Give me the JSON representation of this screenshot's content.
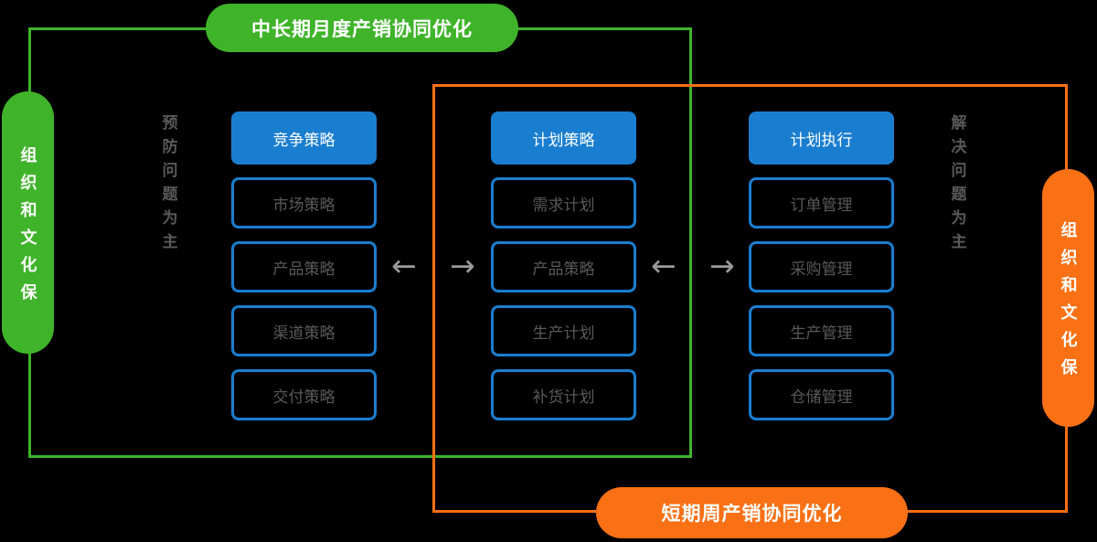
{
  "banners": {
    "top": "中长期月度产销协同优化",
    "bottom": "短期周产销协同优化",
    "left": "组织和文化保",
    "right": "组织和文化保"
  },
  "notes": {
    "left": "预防问题为主",
    "right": "解决问题为主"
  },
  "columns": [
    {
      "header": "竞争策略",
      "items": [
        "市场策略",
        "产品策略",
        "渠道策略",
        "交付策略"
      ]
    },
    {
      "header": "计划策略",
      "items": [
        "需求计划",
        "产品策略",
        "生产计划",
        "补货计划"
      ]
    },
    {
      "header": "计划执行",
      "items": [
        "订单管理",
        "采购管理",
        "生产管理",
        "仓储管理"
      ]
    }
  ],
  "arrows": [
    "←",
    "→",
    "←",
    "→"
  ],
  "colors": {
    "green": "#3fb42a",
    "orange": "#fa7014",
    "blue": "#1a7ed0",
    "box_text": "#595959",
    "arrow_gray": "#9a9a9a",
    "background": "#000000"
  }
}
